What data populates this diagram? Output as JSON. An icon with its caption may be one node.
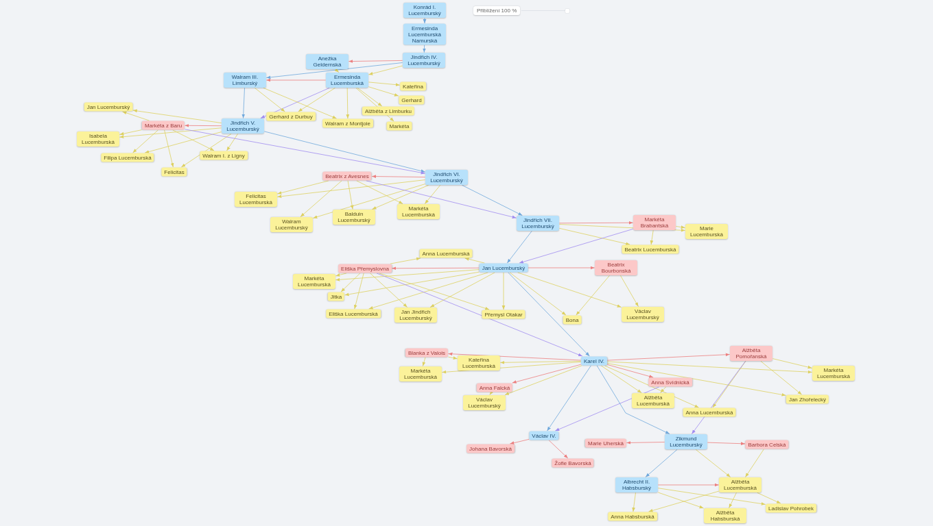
{
  "diagram": {
    "nodes": [
      {
        "text": [
          "Konrád I. Lucemburský"
        ]
      },
      {
        "text": [
          "Ermesinda Lucemburská Namurská"
        ]
      },
      {
        "text": [
          "Jindřich IV. Lucemburský"
        ]
      },
      {
        "text": [
          "Anežka Geldernská"
        ]
      },
      {
        "text": [
          "Walram III. Limburský"
        ]
      },
      {
        "text": [
          "Ermesinda Lucemburská"
        ]
      },
      {
        "text": [
          "Kateřina"
        ]
      },
      {
        "text": [
          "Gerhard"
        ]
      },
      {
        "text": [
          "Alžběta z Limburku"
        ]
      },
      {
        "text": [
          "Gerhard z Durbuy"
        ]
      },
      {
        "text": [
          "Walram z Montjoie"
        ]
      },
      {
        "text": [
          "Markéta"
        ]
      },
      {
        "text": [
          "Jan Lucemburský"
        ]
      },
      {
        "text": [
          "Markéta z Baru"
        ]
      },
      {
        "text": [
          "Jindřich V. Lucemburský"
        ]
      },
      {
        "text": [
          "Isabela Lucemburská"
        ]
      },
      {
        "text": [
          "Filipa Lucemburská"
        ]
      },
      {
        "text": [
          "Walram I. z Ligny"
        ]
      },
      {
        "text": [
          "Felicitas"
        ]
      },
      {
        "text": [
          "Beatrix z Avesnes"
        ]
      },
      {
        "text": [
          "Jindřich VI. Lucemburský"
        ]
      },
      {
        "text": [
          "Felicitas Lucemburská"
        ]
      },
      {
        "text": [
          "Walram Lucemburský"
        ]
      },
      {
        "text": [
          "Balduin Lucemburský"
        ]
      },
      {
        "text": [
          "Markéta Lucemburská"
        ]
      },
      {
        "text": [
          "Jindřich VII. Lucemburský"
        ]
      },
      {
        "text": [
          "Markéta Brabantská"
        ]
      },
      {
        "text": [
          "Marie Lucemburská"
        ]
      },
      {
        "text": [
          "Beatrix Lucemburská"
        ]
      },
      {
        "text": [
          "Jan Lucemburský"
        ]
      },
      {
        "text": [
          "Eliška Přemyslovna"
        ]
      },
      {
        "text": [
          "Beatrix Bourbonská"
        ]
      },
      {
        "text": [
          "Markéta Lucemburská"
        ]
      },
      {
        "text": [
          "Jitka"
        ]
      },
      {
        "text": [
          "Anna Lucemburská"
        ]
      },
      {
        "text": [
          "Eliška Lucemburská"
        ]
      },
      {
        "text": [
          "Jan Jindřich Lucemburský"
        ]
      },
      {
        "text": [
          "Přemysl Otakar"
        ]
      },
      {
        "text": [
          "Bona"
        ]
      },
      {
        "text": [
          "Václav Lucemburský"
        ]
      },
      {
        "text": [
          "Blanka z Valois"
        ]
      },
      {
        "text": [
          "Kateřina Lucemburská"
        ]
      },
      {
        "text": [
          "Markéta Lucemburská"
        ]
      },
      {
        "text": [
          "Karel IV."
        ]
      },
      {
        "text": [
          "Alžběta Pomořanská"
        ]
      },
      {
        "text": [
          "Markéta Lucemburská"
        ]
      },
      {
        "text": [
          "Anna Falcká"
        ]
      },
      {
        "text": [
          "Václav Lucemburský"
        ]
      },
      {
        "text": [
          "Anna Svídnická"
        ]
      },
      {
        "text": [
          "Alžběta Lucemburská"
        ]
      },
      {
        "text": [
          "Anna Lucemburská"
        ]
      },
      {
        "text": [
          "Jan Zhořelecký"
        ]
      },
      {
        "text": [
          "Václav IV."
        ]
      },
      {
        "text": [
          "Zikmund Lucemburský"
        ]
      },
      {
        "text": [
          "Marie Uherská"
        ]
      },
      {
        "text": [
          "Barbora Celská"
        ]
      },
      {
        "text": [
          "Johana Bavorská"
        ]
      },
      {
        "text": [
          "Žofie Bavorská"
        ]
      },
      {
        "text": [
          "Albrecht II. Habsburský"
        ]
      },
      {
        "text": [
          "Alžběta Lucemburská"
        ]
      },
      {
        "text": [
          "Anna Habsburská"
        ]
      },
      {
        "text": [
          "Alžběta Habsburská"
        ]
      },
      {
        "text": [
          "Ladislav Pohrobek"
        ]
      }
    ],
    "edges": [
      {
        "from": 0,
        "to": 1,
        "arrow": "to",
        "color": "#6fa8dc"
      },
      {
        "from": 1,
        "to": 2,
        "arrow": "to",
        "color": "#6fa8dc"
      },
      {
        "from": 2,
        "to": 3,
        "arrow": "to",
        "color": "#ec7f7f"
      },
      {
        "from": 2,
        "to": 4,
        "arrow": "to",
        "color": "#6fa8dc"
      },
      {
        "from": 2,
        "to": 5,
        "arrow": "to"
      },
      {
        "from": 3,
        "to": 5,
        "arrow": "to"
      },
      {
        "from": 5,
        "to": 4,
        "arrow": "to",
        "color": "#ec7f7f"
      },
      {
        "from": 4,
        "to": 14,
        "arrow": "to",
        "color": "#6fa8dc"
      },
      {
        "from": 5,
        "to": 14,
        "arrow": "to",
        "color": "#a08cf0"
      },
      {
        "from": 5,
        "to": 6,
        "arrow": "to"
      },
      {
        "from": 5,
        "to": 7,
        "arrow": "to"
      },
      {
        "from": 5,
        "to": 8,
        "arrow": "to"
      },
      {
        "from": 5,
        "to": 9,
        "arrow": "to"
      },
      {
        "from": 5,
        "to": 10,
        "arrow": "to"
      },
      {
        "from": 5,
        "to": 11,
        "arrow": "to"
      },
      {
        "from": 4,
        "to": 9,
        "arrow": "to"
      },
      {
        "from": 4,
        "to": 10,
        "arrow": "to"
      },
      {
        "from": 14,
        "to": 13,
        "arrow": "to",
        "color": "#ec7f7f"
      },
      {
        "from": 13,
        "to": 12,
        "arrow": "to"
      },
      {
        "from": 14,
        "to": 12,
        "arrow": "to"
      },
      {
        "from": 13,
        "to": 15,
        "arrow": "to"
      },
      {
        "from": 14,
        "to": 15,
        "arrow": "to"
      },
      {
        "from": 13,
        "to": 16,
        "arrow": "to"
      },
      {
        "from": 14,
        "to": 16,
        "arrow": "to"
      },
      {
        "from": 13,
        "to": 17,
        "arrow": "to"
      },
      {
        "from": 14,
        "to": 17,
        "arrow": "to"
      },
      {
        "from": 13,
        "to": 18,
        "arrow": "to"
      },
      {
        "from": 14,
        "to": 18,
        "arrow": "to"
      },
      {
        "from": 14,
        "to": 20,
        "arrow": "to",
        "color": "#6fa8dc"
      },
      {
        "from": 13,
        "to": 20,
        "arrow": "to",
        "color": "#a08cf0"
      },
      {
        "from": 20,
        "to": 19,
        "arrow": "to",
        "color": "#ec7f7f"
      },
      {
        "from": 19,
        "to": 21,
        "arrow": "to"
      },
      {
        "from": 20,
        "to": 21,
        "arrow": "to"
      },
      {
        "from": 19,
        "to": 22,
        "arrow": "to"
      },
      {
        "from": 20,
        "to": 22,
        "arrow": "to"
      },
      {
        "from": 19,
        "to": 23,
        "arrow": "to"
      },
      {
        "from": 20,
        "to": 23,
        "arrow": "to"
      },
      {
        "from": 19,
        "to": 24,
        "arrow": "to"
      },
      {
        "from": 20,
        "to": 24,
        "arrow": "to"
      },
      {
        "from": 20,
        "to": 25,
        "arrow": "to",
        "color": "#6fa8dc"
      },
      {
        "from": 19,
        "to": 25,
        "arrow": "to",
        "color": "#a08cf0"
      },
      {
        "from": 25,
        "to": 26,
        "arrow": "to",
        "color": "#ec7f7f"
      },
      {
        "from": 25,
        "to": 27,
        "arrow": "to"
      },
      {
        "from": 26,
        "to": 27,
        "arrow": "to"
      },
      {
        "from": 25,
        "to": 28,
        "arrow": "to"
      },
      {
        "from": 26,
        "to": 28,
        "arrow": "to"
      },
      {
        "from": 25,
        "to": 29,
        "arrow": "to",
        "color": "#6fa8dc"
      },
      {
        "from": 26,
        "to": 29,
        "arrow": "to",
        "color": "#a08cf0"
      },
      {
        "from": 29,
        "to": 30,
        "arrow": "to",
        "color": "#ec7f7f"
      },
      {
        "from": 29,
        "to": 31,
        "arrow": "to",
        "color": "#ec7f7f"
      },
      {
        "from": 30,
        "to": 32,
        "arrow": "to"
      },
      {
        "from": 29,
        "to": 32,
        "arrow": "to"
      },
      {
        "from": 30,
        "to": 33,
        "arrow": "to"
      },
      {
        "from": 29,
        "to": 33,
        "arrow": "to"
      },
      {
        "from": 30,
        "to": 34,
        "arrow": "to"
      },
      {
        "from": 29,
        "to": 34,
        "arrow": "to"
      },
      {
        "from": 30,
        "to": 35,
        "arrow": "to"
      },
      {
        "from": 29,
        "to": 35,
        "arrow": "to"
      },
      {
        "from": 30,
        "to": 36,
        "arrow": "to"
      },
      {
        "from": 29,
        "to": 36,
        "arrow": "to"
      },
      {
        "from": 30,
        "to": 37,
        "arrow": "to"
      },
      {
        "from": 29,
        "to": 37,
        "arrow": "to"
      },
      {
        "from": 31,
        "to": 38,
        "arrow": "to"
      },
      {
        "from": 29,
        "to": 38,
        "arrow": "to"
      },
      {
        "from": 31,
        "to": 39,
        "arrow": "to"
      },
      {
        "from": 29,
        "to": 39,
        "arrow": "to"
      },
      {
        "from": 29,
        "to": 43,
        "arrow": "to",
        "color": "#6fa8dc"
      },
      {
        "from": 30,
        "to": 43,
        "arrow": "to",
        "color": "#a08cf0"
      },
      {
        "from": 43,
        "to": 40,
        "arrow": "to",
        "color": "#ec7f7f"
      },
      {
        "from": 43,
        "to": 44,
        "arrow": "to",
        "color": "#ec7f7f"
      },
      {
        "from": 43,
        "to": 46,
        "arrow": "to",
        "color": "#ec7f7f"
      },
      {
        "from": 43,
        "to": 48,
        "arrow": "to",
        "color": "#ec7f7f"
      },
      {
        "from": 40,
        "to": 41,
        "arrow": "to"
      },
      {
        "from": 43,
        "to": 41,
        "arrow": "to"
      },
      {
        "from": 40,
        "to": 42,
        "arrow": "to"
      },
      {
        "from": 43,
        "to": 42,
        "arrow": "to"
      },
      {
        "from": 46,
        "to": 47,
        "arrow": "to"
      },
      {
        "from": 43,
        "to": 47,
        "arrow": "to"
      },
      {
        "from": 48,
        "to": 49,
        "arrow": "to"
      },
      {
        "from": 43,
        "to": 49,
        "arrow": "to"
      },
      {
        "from": 43,
        "to": 50,
        "arrow": "to"
      },
      {
        "from": 44,
        "to": 50,
        "arrow": "to"
      },
      {
        "from": 43,
        "to": 51,
        "arrow": "to"
      },
      {
        "from": 44,
        "to": 51,
        "arrow": "to"
      },
      {
        "from": 43,
        "to": 45,
        "arrow": "to"
      },
      {
        "from": 44,
        "to": 45,
        "arrow": "to"
      },
      {
        "from": 43,
        "to": 52,
        "arrow": "to",
        "color": "#6fa8dc"
      },
      {
        "from": 48,
        "to": 52,
        "arrow": "to",
        "color": "#a08cf0"
      },
      {
        "from": 43,
        "to": 53,
        "arrow": "to",
        "color": "#6fa8dc"
      },
      {
        "from": 44,
        "to": 53,
        "arrow": "to",
        "color": "#a08cf0"
      },
      {
        "from": 52,
        "to": 56,
        "arrow": "to",
        "color": "#ec7f7f"
      },
      {
        "from": 52,
        "to": 57,
        "arrow": "to",
        "color": "#ec7f7f"
      },
      {
        "from": 53,
        "to": 54,
        "arrow": "to",
        "color": "#ec7f7f"
      },
      {
        "from": 53,
        "to": 55,
        "arrow": "to",
        "color": "#ec7f7f"
      },
      {
        "from": 53,
        "to": 58,
        "arrow": "to",
        "color": "#6fa8dc"
      },
      {
        "from": 53,
        "to": 59,
        "arrow": "to"
      },
      {
        "from": 55,
        "to": 59,
        "arrow": "to"
      },
      {
        "from": 58,
        "to": 59,
        "arrow": "to",
        "color": "#ec7f7f"
      },
      {
        "from": 58,
        "to": 60,
        "arrow": "to"
      },
      {
        "from": 59,
        "to": 60,
        "arrow": "to"
      },
      {
        "from": 58,
        "to": 61,
        "arrow": "to"
      },
      {
        "from": 59,
        "to": 61,
        "arrow": "to"
      },
      {
        "from": 58,
        "to": 62,
        "arrow": "to"
      },
      {
        "from": 59,
        "to": 62,
        "arrow": "to"
      }
    ],
    "labels": [
      "Přiblížení 100 %"
    ]
  }
}
